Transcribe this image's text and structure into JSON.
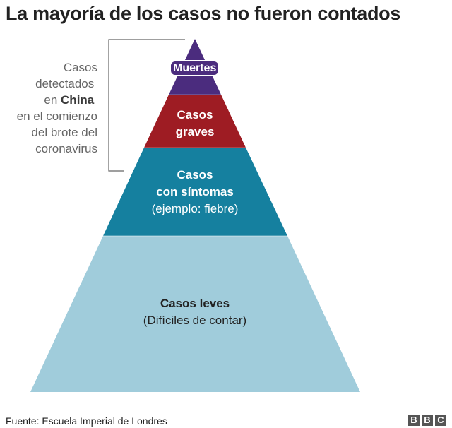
{
  "title": "La mayoría de los casos no fueron contados",
  "side_note": {
    "line1": "Casos",
    "line2": "detectados",
    "line3_pre": "en ",
    "line3_bold": "China",
    "line4": "en el comienzo",
    "line5": "del brote del",
    "line6": "coronavirus"
  },
  "pyramid": {
    "levels": [
      {
        "id": "muertes",
        "label": "Muertes",
        "color": "#4b2c7e"
      },
      {
        "id": "graves",
        "label_line1": "Casos",
        "label_line2": "graves",
        "color": "#9e1c23"
      },
      {
        "id": "sintomas",
        "label_line1": "Casos",
        "label_line2": "con síntomas",
        "label_line3": "(ejemplo: fiebre)",
        "color": "#15809f"
      },
      {
        "id": "leves",
        "label_line1": "Casos leves",
        "label_line2": "(Difíciles de contar)",
        "color": "#a0ccdb",
        "text_color": "#222222"
      }
    ]
  },
  "footer": {
    "source": "Fuente: Escuela Imperial de Londres",
    "logo": [
      "B",
      "B",
      "C"
    ]
  }
}
